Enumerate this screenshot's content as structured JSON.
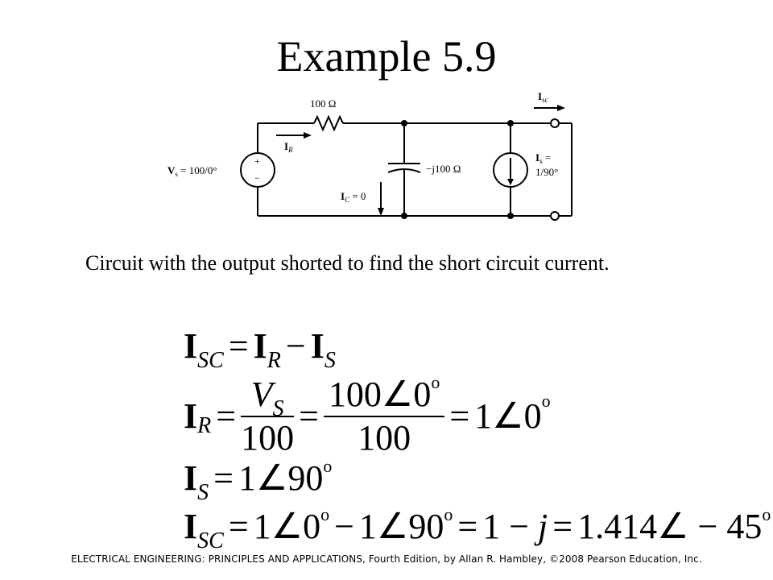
{
  "title": "Example 5.9",
  "circuit": {
    "resistor": "100 Ω",
    "i_r": "I",
    "i_r_sub": "R",
    "source": "V",
    "source_sub": "s",
    "source_val": " = 100/0°",
    "plus": "+",
    "minus": "−",
    "cap": "−j100 Ω",
    "ic": "I",
    "ic_sub": "C",
    "ic_val": " = 0",
    "isc": "I",
    "isc_sub": "sc",
    "is_label": "I",
    "is_sub": "s",
    "is_eq": " =",
    "is_val": "1/90°"
  },
  "caption": "Circuit with the output shorted to find the short circuit current.",
  "equations": {
    "e1": {
      "lhs": "I",
      "lhs_sub": "SC",
      "a": "I",
      "a_sub": "R",
      "b": "I",
      "b_sub": "S"
    },
    "e2": {
      "lhs": "I",
      "lhs_sub": "R",
      "num1": "V",
      "num1_sub": "S",
      "den1": "100",
      "num2": "100∠0",
      "den2": "100",
      "res": "1∠0"
    },
    "e3": {
      "lhs": "I",
      "lhs_sub": "S",
      "res": "1∠90"
    },
    "e4": {
      "lhs": "I",
      "lhs_sub": "SC",
      "t1": "1∠0",
      "t2": "1∠90",
      "t3": "1 − ",
      "t3j": "j",
      "t4": "1.414∠ − 45"
    }
  },
  "footer": "ELECTRICAL ENGINEERING: PRINCIPLES AND APPLICATIONS, Fourth Edition, by Allan R. Hambley, ©2008 Pearson Education, Inc."
}
